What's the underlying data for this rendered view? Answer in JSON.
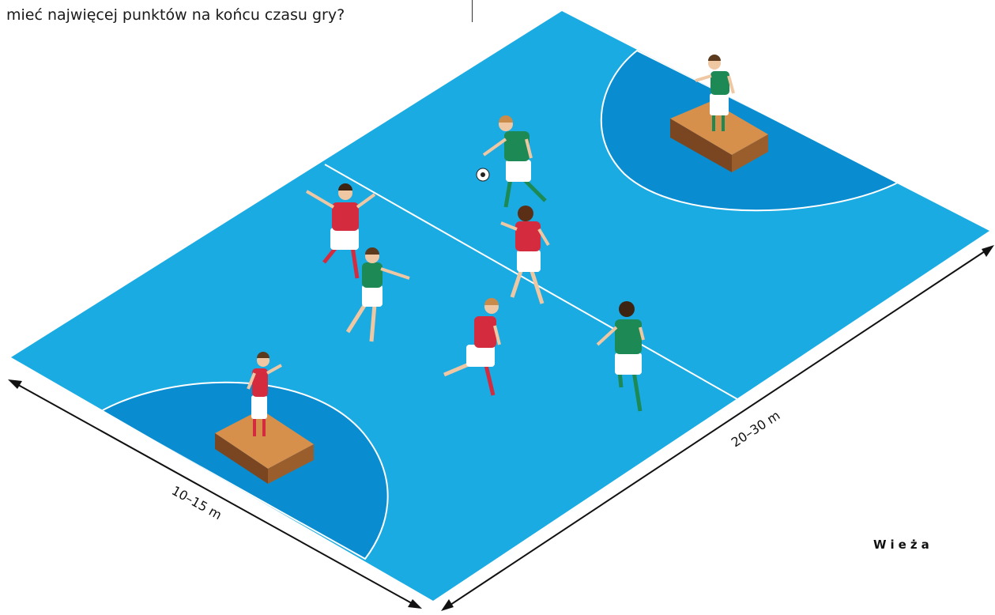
{
  "question_text": "mieć najwięcej punktów na końcu czasu gry?",
  "figure": {
    "title": "Wieża",
    "width_label": "10–15 m",
    "length_label": "20–30 m"
  },
  "colors": {
    "court": "#1aabe2",
    "zone": "#0a8dd0",
    "lines": "#ffffff",
    "box_top": "#d7904b",
    "box_side": "#8a5227",
    "team_red": "#d52b3f",
    "team_green": "#1d8a55"
  },
  "icons": [
    "soccer-ball-icon",
    "player-figure-icon",
    "double-arrow-icon",
    "box-icon"
  ]
}
